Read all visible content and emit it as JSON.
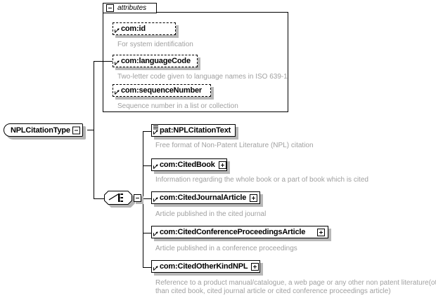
{
  "diagram": {
    "kind": "xsd-schema-diagram",
    "root": {
      "label": "NPLCitationType",
      "toggle": "minus"
    },
    "attributes_group": {
      "tab_label": "attributes",
      "tab_toggle": "minus",
      "items": [
        {
          "label": "com:id",
          "annotation": "For system identification"
        },
        {
          "label": "com:languageCode",
          "annotation": "Two-letter code given to language names in ISO 639-1"
        },
        {
          "label": "com:sequenceNumber",
          "annotation": "Sequence number in a list or collection"
        }
      ]
    },
    "compositor": {
      "type": "choice",
      "toggle": "minus"
    },
    "elements": [
      {
        "label": "pat:NPLCitationText",
        "toggle": "none",
        "has_text_icon": true,
        "annotation": "Free format of Non-Patent Literature (NPL) citation"
      },
      {
        "label": "com:CitedBook",
        "toggle": "plus",
        "has_text_icon": false,
        "annotation": "Information regarding the whole book or a part of book which is cited"
      },
      {
        "label": "com:CitedJournalArticle",
        "toggle": "plus",
        "has_text_icon": false,
        "annotation": "Article published in the cited journal"
      },
      {
        "label": "com:CitedConferenceProceedingsArticle",
        "toggle": "plus",
        "has_text_icon": false,
        "annotation": "Article published in a conference proceedings"
      },
      {
        "label": "com:CitedOtherKindNPL",
        "toggle": "plus",
        "has_text_icon": false,
        "annotation": "Reference to a product manual/catalogue, a web page or any other non patent literature(other\nthan cited book, cited journal article or cited conference proceedings article)"
      }
    ]
  },
  "colors": {
    "line": "#000000",
    "shadow": "#b4b4b4",
    "annotation_text": "#a0a0a0",
    "background": "#ffffff"
  }
}
